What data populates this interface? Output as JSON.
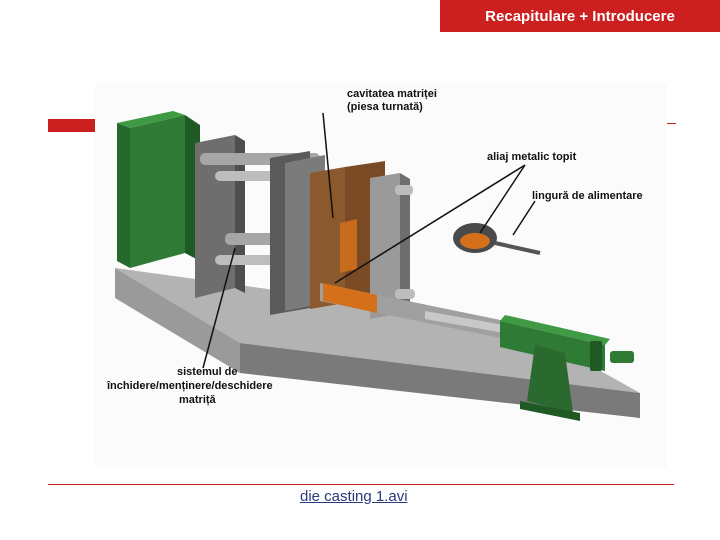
{
  "header": {
    "title": "Recapitulare + Introducere"
  },
  "figure": {
    "labels": {
      "cavity_line1": "cavitatea matriței",
      "cavity_line2": "(piesa turnată)",
      "alloy": "aliaj  metalic topit",
      "ladle": "lingură de alimentare",
      "system_line1": "sistemul de",
      "system_line2": "închidere/menținere/deschidere",
      "system_line3": "matriță"
    }
  },
  "footer": {
    "video_link": "die casting 1.avi"
  },
  "colors": {
    "accent_red": "#cc1f1f",
    "machine_green": "#2f7a34",
    "machine_gray": "#8c8c8c",
    "molten_orange": "#d4701a",
    "die_brown": "#7a4a24"
  },
  "icons": {
    "ladle": "ladle-icon"
  }
}
